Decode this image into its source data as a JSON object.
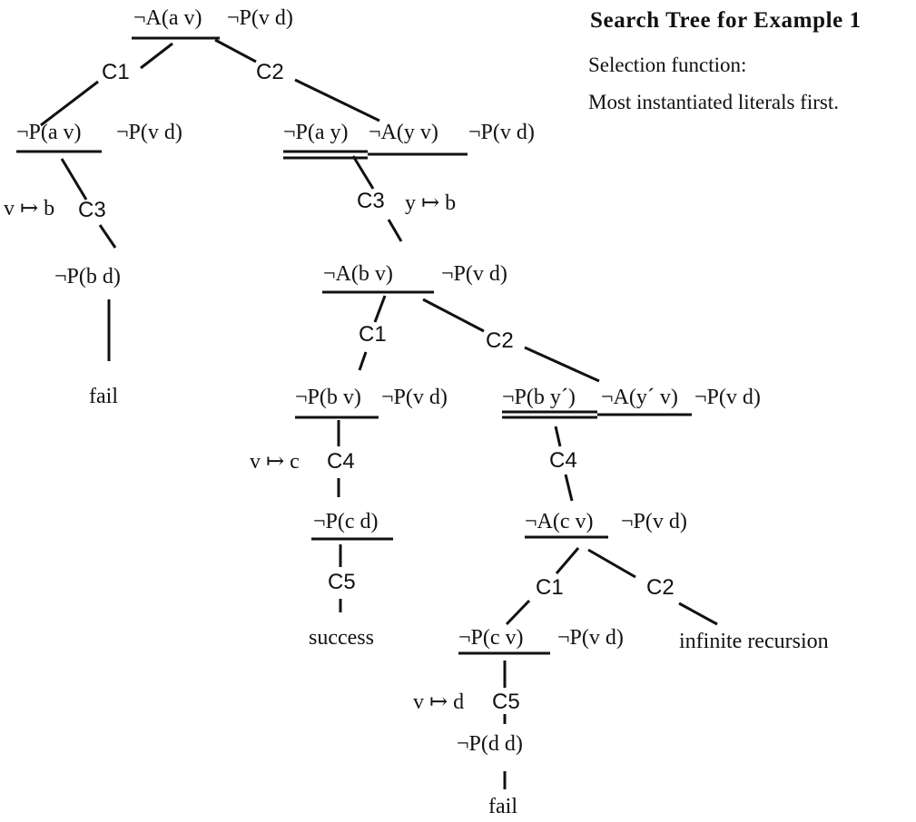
{
  "caption": {
    "title": "Search Tree for Example 1",
    "line1": "Selection function:",
    "line2": "Most instantiated literals first."
  },
  "nodes": {
    "root": {
      "lit1": "¬A(a v)",
      "lit2": "¬P(v d)"
    },
    "n1": {
      "lit1": "¬P(a v)",
      "lit2": "¬P(v d)"
    },
    "n2": {
      "lit1": "¬P(a y)",
      "lit2": "¬A(y v)",
      "lit3": "¬P(v d)"
    },
    "n3": {
      "text": "¬P(b d)"
    },
    "n4": {
      "lit1": "¬A(b v)",
      "lit2": "¬P(v d)"
    },
    "n5": {
      "lit1": "¬P(b v)",
      "lit2": "¬P(v d)"
    },
    "n6": {
      "lit1": "¬P(b y´)",
      "lit2": "¬A(y´ v)",
      "lit3": "¬P(v d)"
    },
    "n7": {
      "text": "¬P(c d)"
    },
    "n8": {
      "lit1": "¬A(c v)",
      "lit2": "¬P(v d)"
    },
    "n9": {
      "lit1": "¬P(c v)",
      "lit2": "¬P(v d)"
    },
    "n10": {
      "text": "¬P(d d)"
    }
  },
  "edges": {
    "root_n1": "C1",
    "root_n2": "C2",
    "n1_n3": "C3",
    "n2_n4": "C3",
    "n4_n5": "C1",
    "n4_n6": "C2",
    "n5_n7": "C4",
    "n6_n8": "C4",
    "n7_success": "C5",
    "n8_n9": "C1",
    "n8_recursion": "C2",
    "n9_n10": "C5"
  },
  "substitutions": {
    "n1_n3": "v ↦ b",
    "n2_n4": "y ↦ b",
    "n5_n7": "v ↦ c",
    "n9_n10": "v ↦ d"
  },
  "outcomes": {
    "fail_left": "fail",
    "success": "success",
    "recursion": "infinite recursion",
    "fail_bottom": "fail"
  }
}
